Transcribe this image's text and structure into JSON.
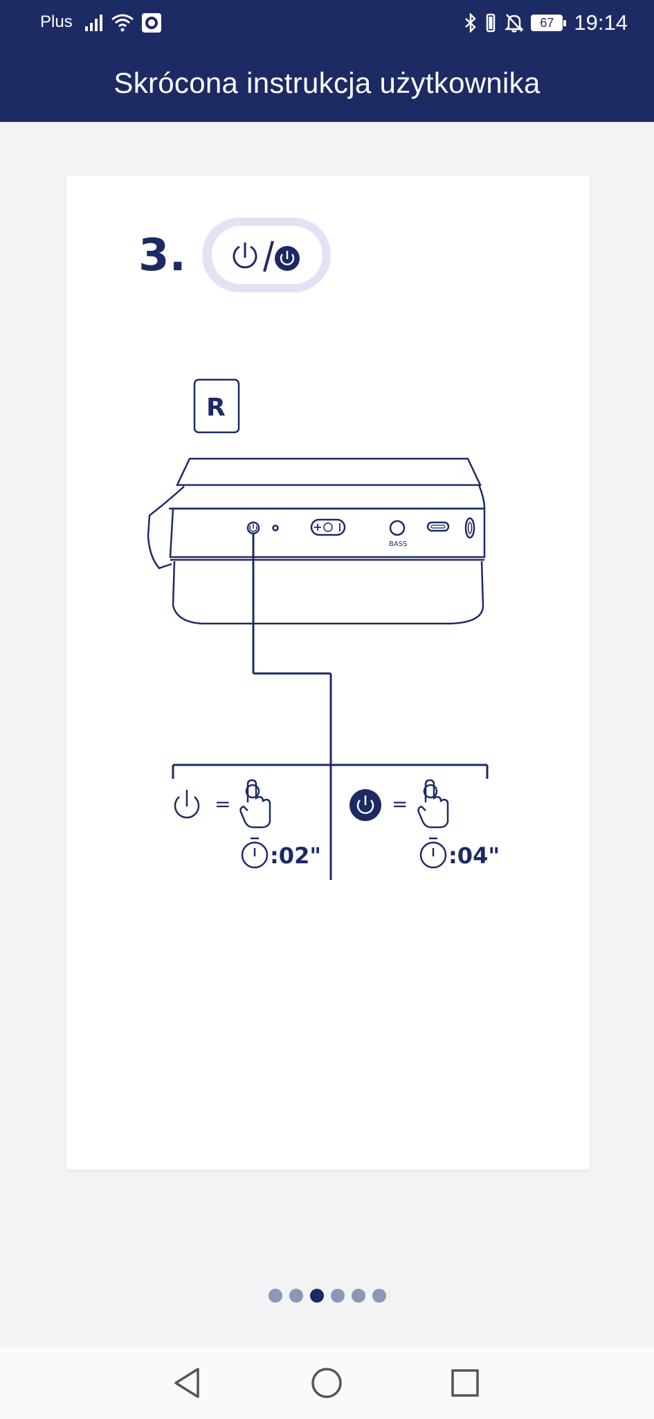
{
  "status_bar": {
    "carrier": "Plus",
    "battery": "67",
    "time": "19:14"
  },
  "header": {
    "title": "Skrócona instrukcja użytkownika"
  },
  "card": {
    "step_number": "3.",
    "side_label": "R",
    "bass_label": "BASS",
    "power_on_time": ":02\"",
    "power_off_time": ":04\""
  },
  "pager": {
    "total": 6,
    "active_index": 2
  },
  "colors": {
    "brand_navy": "#1d2b64",
    "dot_inactive": "#8c96b6",
    "background": "#f3f3f3"
  }
}
